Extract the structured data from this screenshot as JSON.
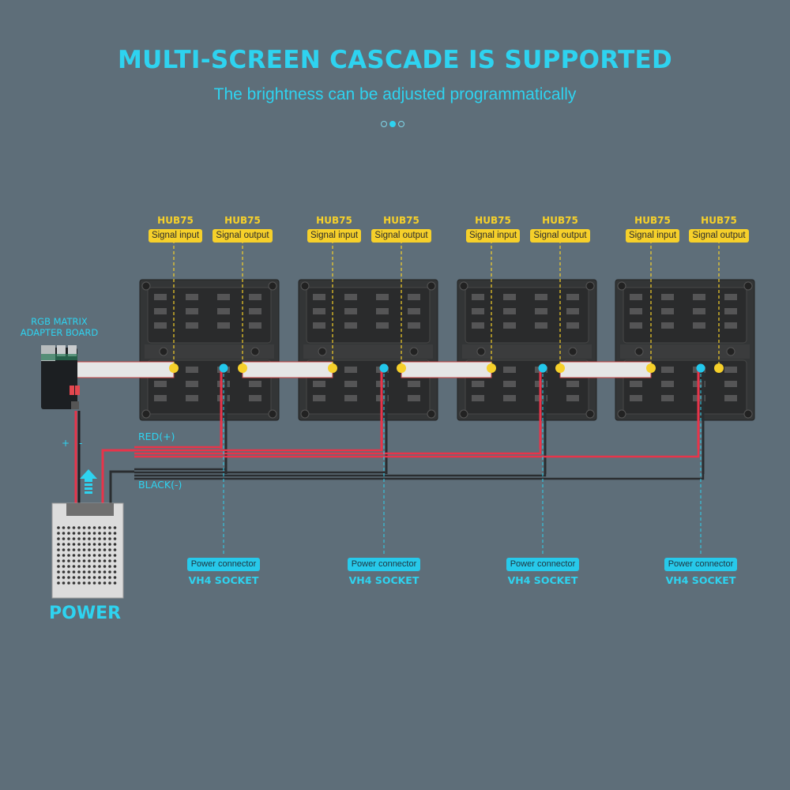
{
  "header": {
    "title": "MULTI-SCREEN CASCADE IS SUPPORTED",
    "subtitle": "The brightness can be adjusted programmatically",
    "pagination": {
      "count": 3,
      "active_index": 1
    }
  },
  "colors": {
    "background": "#5e6e79",
    "accent_cyan": "#2ed3f0",
    "signal_yellow": "#f6d02a",
    "wire_red": "#e8344a",
    "wire_black": "#2a2d30",
    "panel": "#3a3a3a"
  },
  "adapter": {
    "label_line1": "RGB MATRIX",
    "label_line2": "ADAPTER BOARD",
    "icon": "adapter-board-icon"
  },
  "power": {
    "label": "POWER",
    "plus": "+",
    "minus": "-",
    "icon": "power-supply-icon",
    "arrow_icon": "up-arrow-icon"
  },
  "wires": {
    "red_label": "RED(+)",
    "black_label": "BLACK(-)"
  },
  "panels": [
    {
      "input_title": "HUB75",
      "input_tag": "Signal input",
      "output_title": "HUB75",
      "output_tag": "Signal output",
      "power_tag": "Power connector",
      "power_sub": "VH4 SOCKET"
    },
    {
      "input_title": "HUB75",
      "input_tag": "Signal input",
      "output_title": "HUB75",
      "output_tag": "Signal output",
      "power_tag": "Power connector",
      "power_sub": "VH4 SOCKET"
    },
    {
      "input_title": "HUB75",
      "input_tag": "Signal input",
      "output_title": "HUB75",
      "output_tag": "Signal output",
      "power_tag": "Power connector",
      "power_sub": "VH4 SOCKET"
    },
    {
      "input_title": "HUB75",
      "input_tag": "Signal input",
      "output_title": "HUB75",
      "output_tag": "Signal output",
      "power_tag": "Power connector",
      "power_sub": "VH4 SOCKET"
    }
  ]
}
